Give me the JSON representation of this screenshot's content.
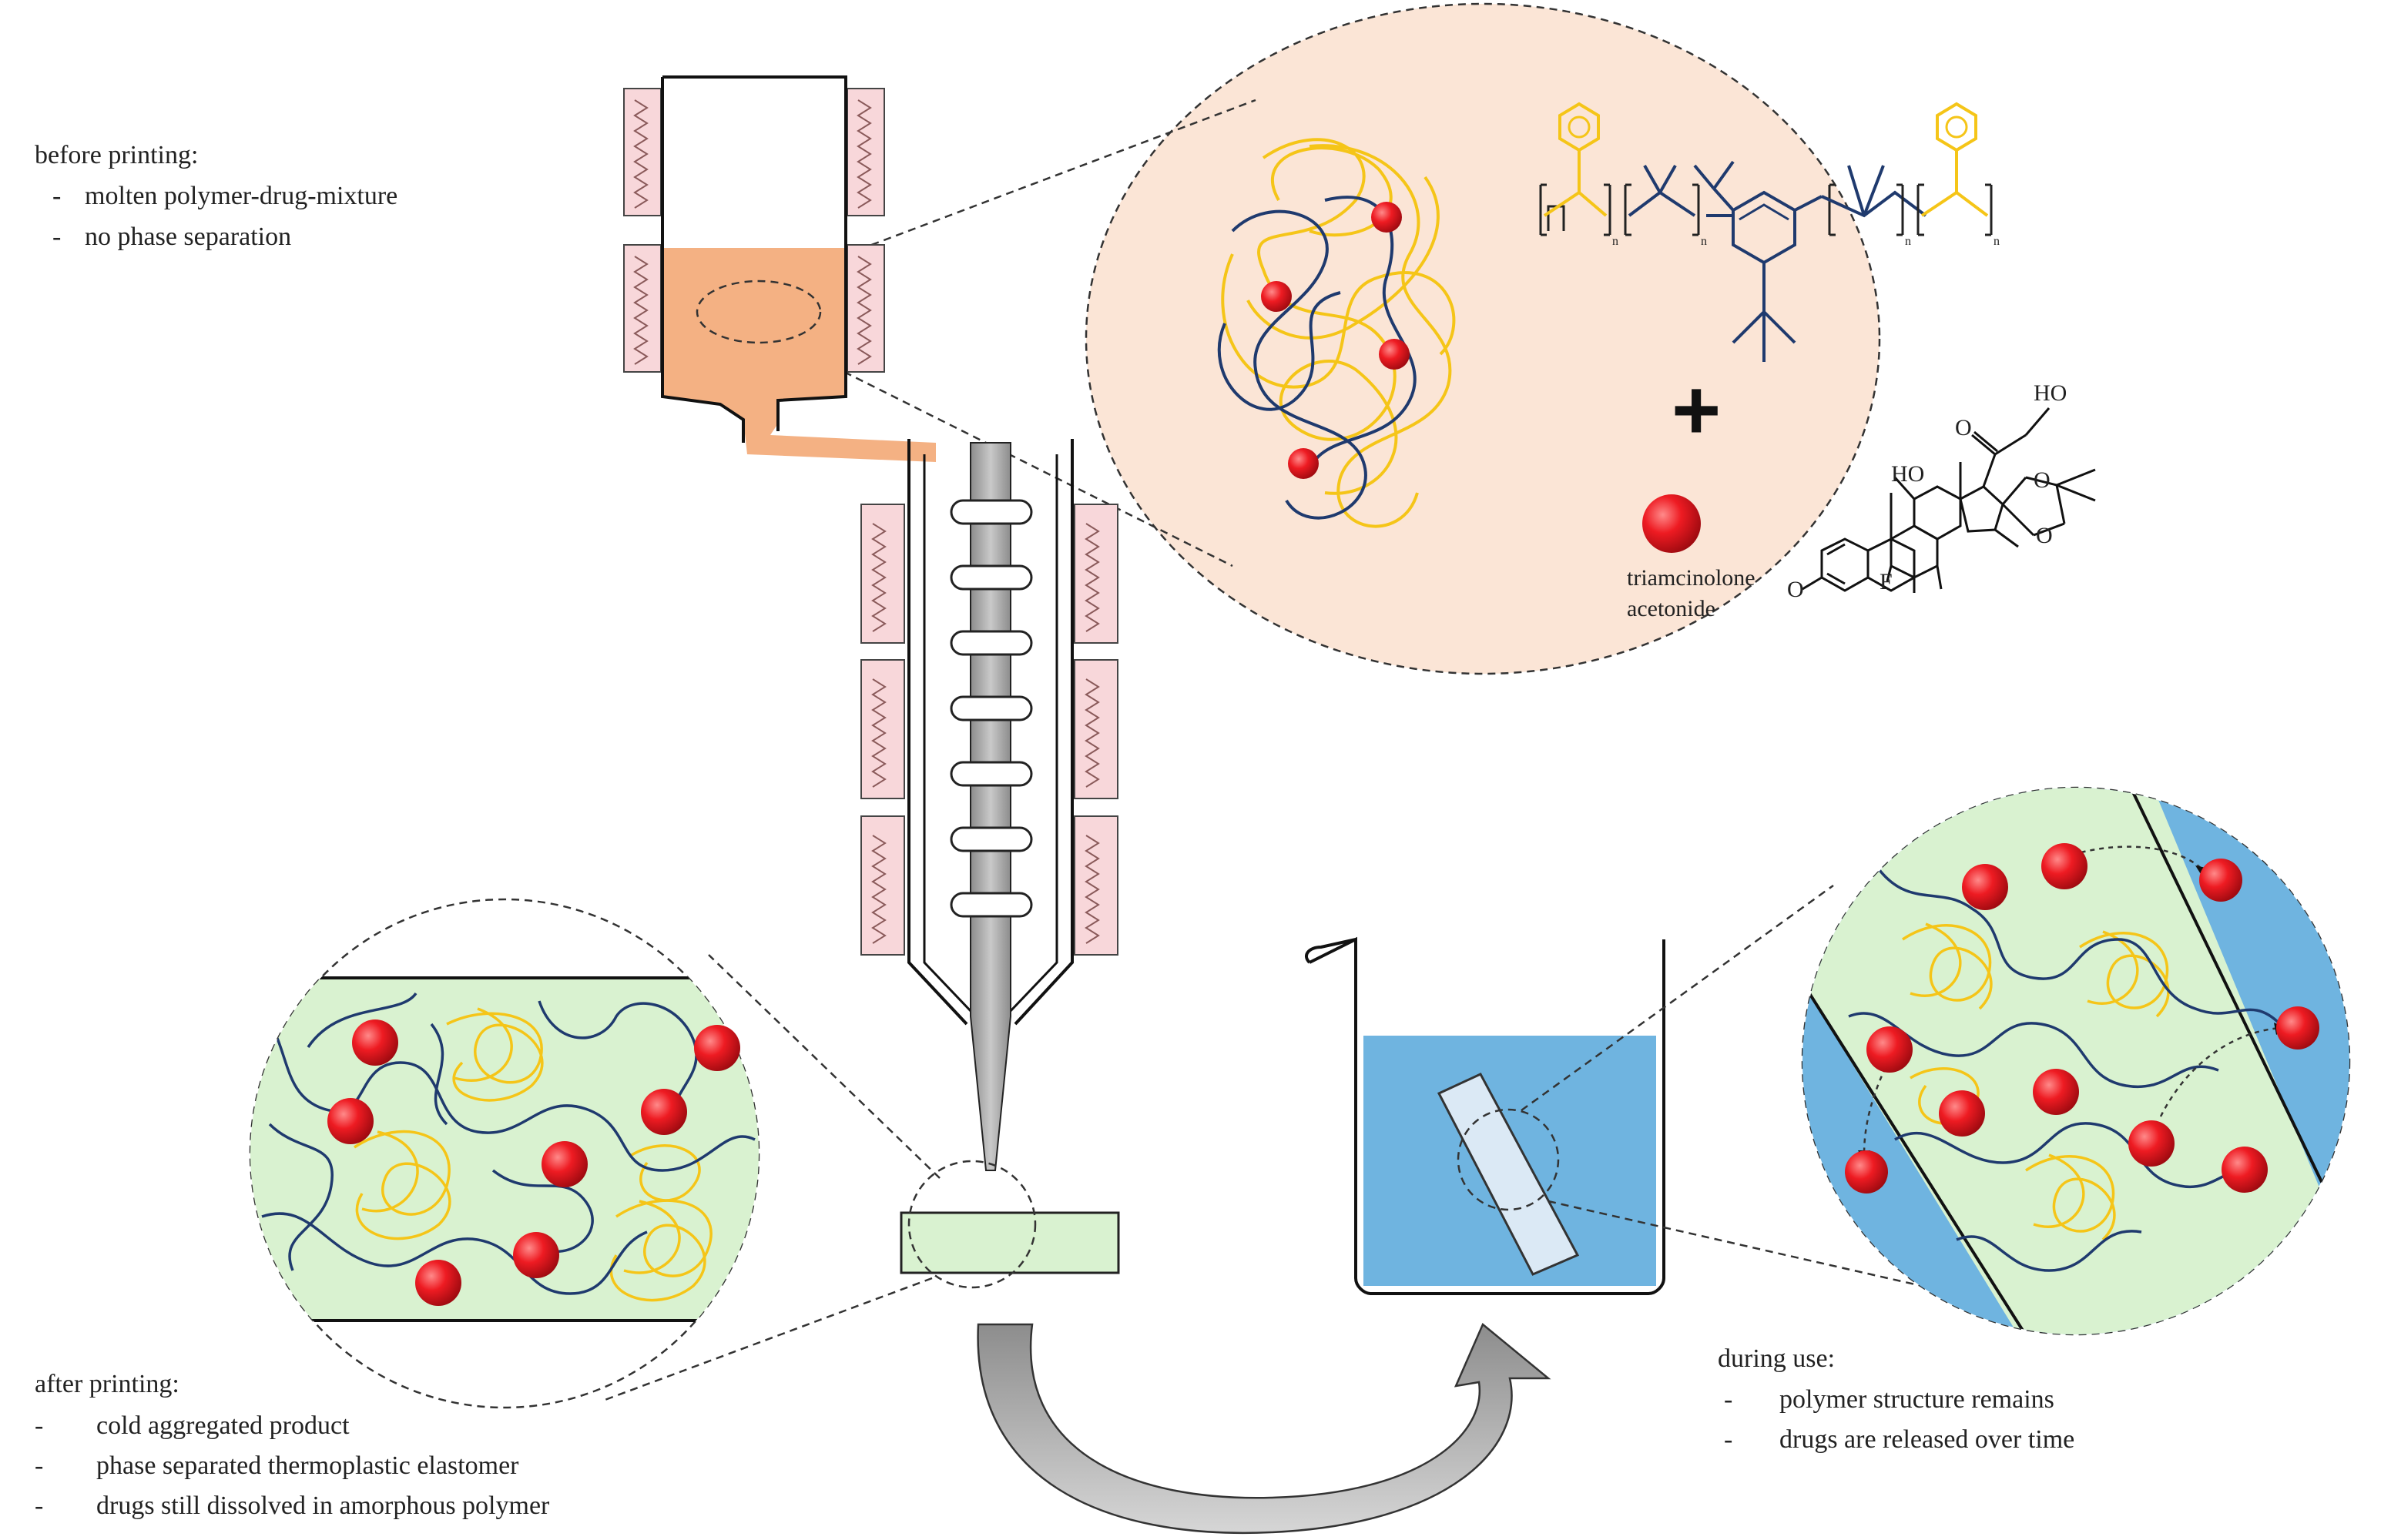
{
  "before": {
    "title": "before printing:",
    "items": [
      "molten polymer-drug-mixture",
      "no phase separation"
    ],
    "bullet": "-"
  },
  "after": {
    "title": "after printing:",
    "items": [
      "cold aggregated product",
      "phase separated thermoplastic elastomer",
      "drugs still dissolved in amorphous polymer"
    ],
    "bullet": "-"
  },
  "during": {
    "title": "during use:",
    "items": [
      "polymer structure remains",
      "drugs are released over time"
    ],
    "bullet": "-"
  },
  "chem": {
    "drug_name_line1": "triamcinolone",
    "drug_name_line2": "acetonide",
    "plus": "+",
    "subscript": "n",
    "ho": "HO",
    "oh": "HO",
    "o_ketone": "O",
    "o_ring1": "O",
    "o_ring2": "O",
    "o_enone": "O",
    "f": "F",
    "h": "H"
  },
  "colors": {
    "molten": "#f4b183",
    "bubble_bg": "#fbe5d6",
    "heater": "#f8d7da",
    "printed": "#d9f2d0",
    "water": "#6fb4e0",
    "drug": "#e8141c",
    "hard_block": "#f5c518",
    "soft_block": "#1f3a6e",
    "nozzle": "#a6a6a6"
  }
}
